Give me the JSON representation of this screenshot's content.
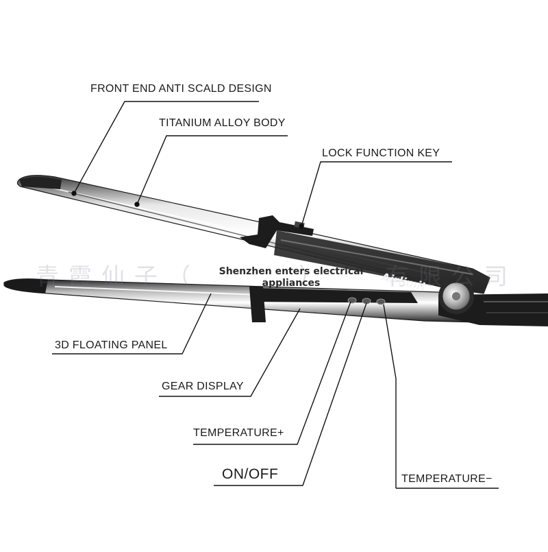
{
  "callouts": {
    "front_end": "FRONT END ANTI SCALD DESIGN",
    "titanium": "TITANIUM ALLOY BODY",
    "lock_key": "LOCK FUNCTION KEY",
    "floating_panel": "3D FLOATING PANEL",
    "gear_display": "GEAR DISPLAY",
    "temp_plus": "TEMPERATURE+",
    "on_off": "ON/OFF",
    "temp_minus": "TEMPERATURE−"
  },
  "overlay": {
    "line1": "Shenzhen enters electrical",
    "line2": "appliances"
  },
  "brand": "Airlimit",
  "watermark": "青霞仙子（　　　）　　有限公司",
  "colors": {
    "chrome_light": "#f2f2f2",
    "chrome_dark": "#2a2a2a",
    "body_black": "#1c1c1c",
    "leader_line": "#111111"
  }
}
